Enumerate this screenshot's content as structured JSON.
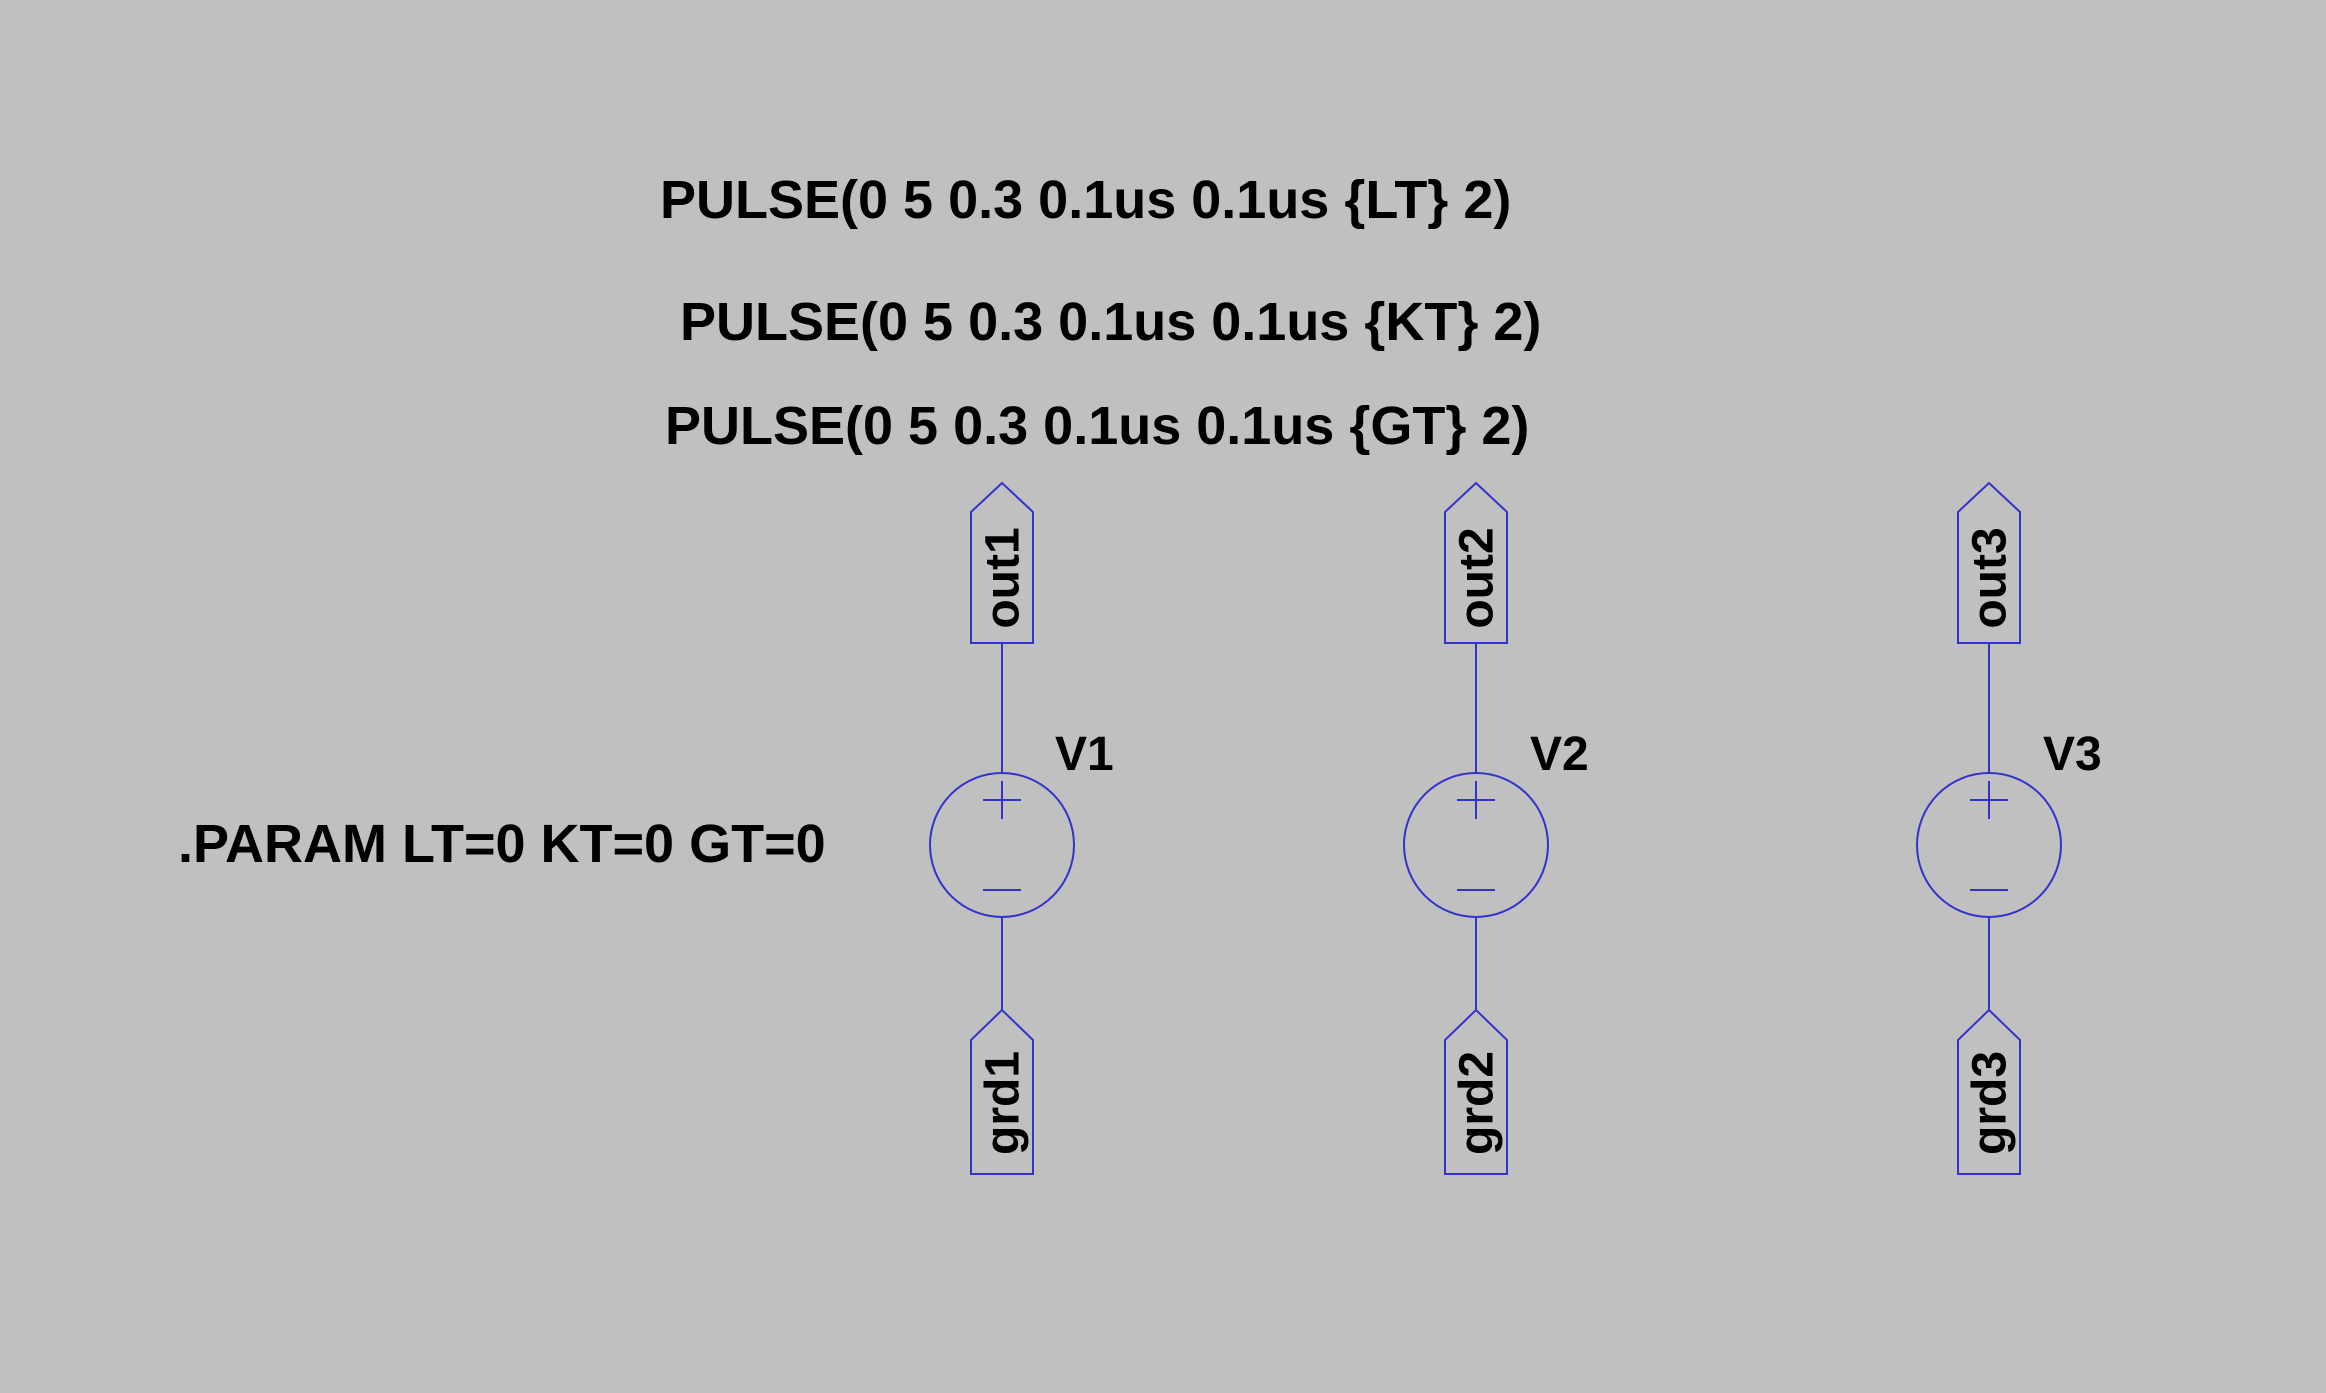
{
  "colors": {
    "background": "#c0c0c0",
    "wire": "#3333cc",
    "text": "#000000"
  },
  "directives": {
    "pulse_lt": "PULSE(0 5 0.3 0.1us 0.1us {LT} 2)",
    "pulse_kt": "PULSE(0 5 0.3 0.1us 0.1us {KT} 2)",
    "pulse_gt": "PULSE(0 5 0.3 0.1us 0.1us {GT} 2)",
    "param": ".PARAM LT=0 KT=0 GT=0"
  },
  "sources": [
    {
      "name": "V1",
      "out_label": "out1",
      "ground_label": "grd1"
    },
    {
      "name": "V2",
      "out_label": "out2",
      "ground_label": "grd2"
    },
    {
      "name": "V3",
      "out_label": "out3",
      "ground_label": "grd3"
    }
  ]
}
